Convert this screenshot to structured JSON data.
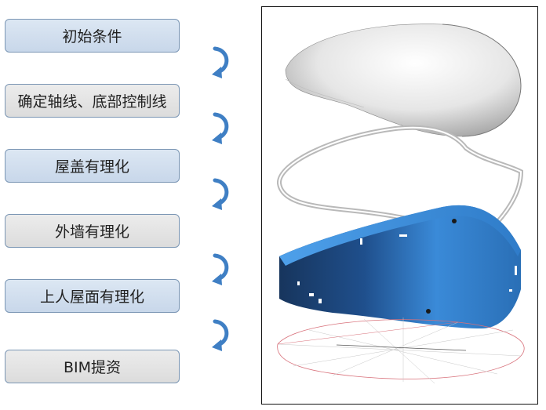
{
  "steps": [
    {
      "label": "初始条件",
      "style": "blue"
    },
    {
      "label": "确定轴线、底部控制线",
      "style": "grey"
    },
    {
      "label": "屋盖有理化",
      "style": "blue"
    },
    {
      "label": "外墙有理化",
      "style": "grey"
    },
    {
      "label": "上人屋面有理化",
      "style": "blue"
    },
    {
      "label": "BIM提资",
      "style": "grey"
    }
  ],
  "arrow_icon": "curved-arrow-down-left-icon",
  "colors": {
    "step_border": "#7b96b4",
    "step_blue_fill": "#d2dfee",
    "step_grey_fill": "#e3e3e3",
    "arrow": "#3f7fc4",
    "wall_blue": "#2a76c8",
    "wall_dark": "#1b3a66",
    "roof_grey": "#d9d9d9",
    "base_lines": "#d8707a"
  }
}
